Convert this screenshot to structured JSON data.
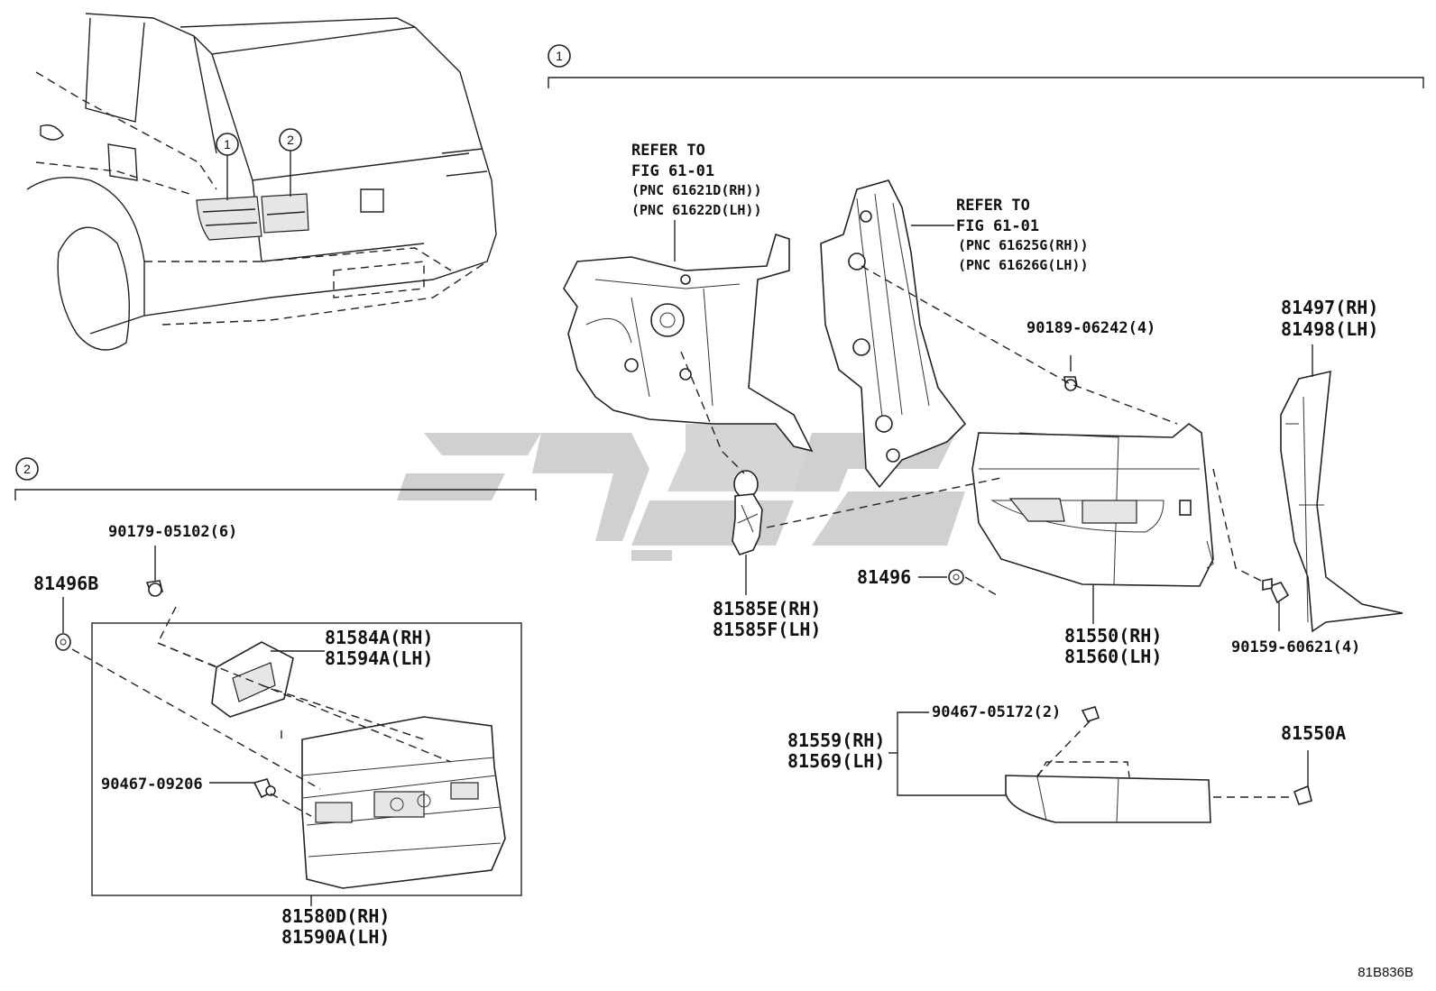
{
  "callouts": {
    "group1_number": "1",
    "group2_number": "2",
    "car_callout_1": "1",
    "car_callout_2": "2"
  },
  "refer_upper": {
    "line1": "REFER TO",
    "line2": "FIG 61-01",
    "line3": "(PNC 61621D(RH))",
    "line4": "(PNC 61622D(LH))"
  },
  "refer_right": {
    "line1": "REFER TO",
    "line2": "FIG 61-01",
    "line3": "(PNC 61625G(RH))",
    "line4": "(PNC 61626G(LH))"
  },
  "parts": {
    "p_90189": "90189-06242(4)",
    "p_81497": "81497(RH)",
    "p_81498": "81498(LH)",
    "p_81585e": "81585E(RH)",
    "p_81585f": "81585F(LH)",
    "p_81496": "81496",
    "p_81550": "81550(RH)",
    "p_81560": "81560(LH)",
    "p_90159": "90159-60621(4)",
    "p_90467_05172": "90467-05172(2)",
    "p_81559": "81559(RH)",
    "p_81569": "81569(LH)",
    "p_81550a": "81550A",
    "p_90179": "90179-05102(6)",
    "p_81496b": "81496B",
    "p_81584a": "81584A(RH)",
    "p_81594a": "81594A(LH)",
    "p_90467_09206": "90467-09206",
    "p_81580d": "81580D(RH)",
    "p_81590a": "81590A(LH)"
  },
  "figure_id": "81B836B",
  "colors": {
    "line": "#222222",
    "watermark": "#c8c8c8",
    "background": "#ffffff"
  }
}
